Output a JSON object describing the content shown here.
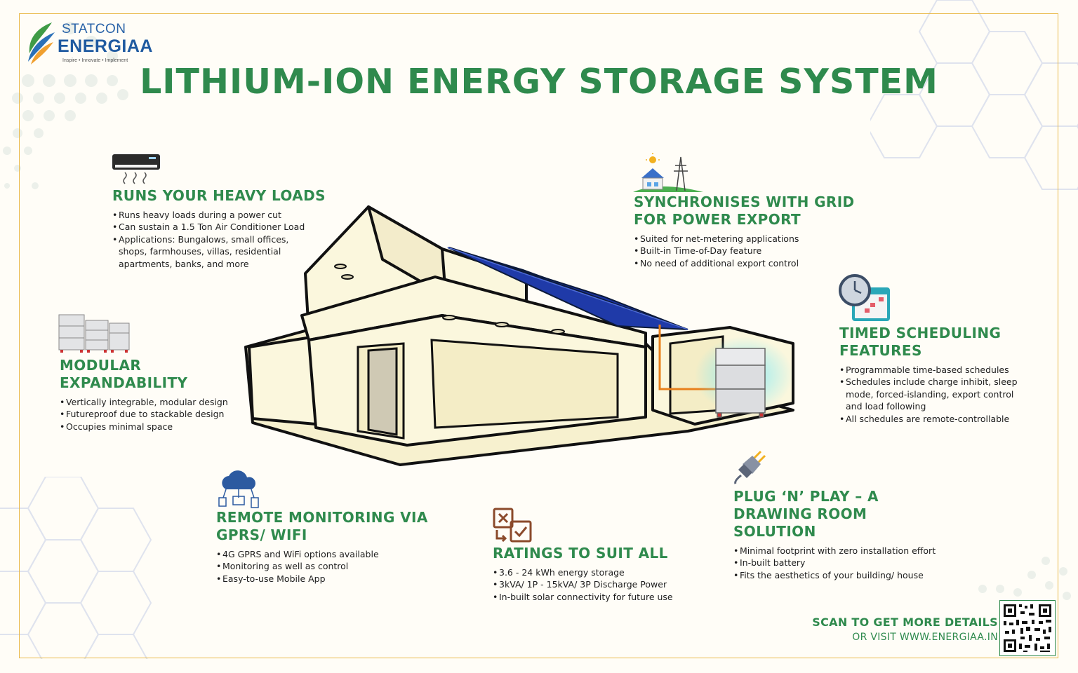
{
  "brand": {
    "name_top": "STATCON",
    "name_bottom": "ENERGIAA",
    "tagline": "Inspire • Innovate • Implement"
  },
  "title": "LITHIUM-ION ENERGY STORAGE SYSTEM",
  "colors": {
    "accent": "#2f8a4d",
    "frame": "#e9b949",
    "solar": "#1f3aa8",
    "wire": "#e8801c"
  },
  "sections": {
    "heavy_loads": {
      "icon": "air-conditioner-icon",
      "heading": "RUNS YOUR HEAVY LOADS",
      "bullets": [
        "Runs heavy loads during a power cut",
        "Can sustain a 1.5 Ton Air Conditioner Load",
        "Applications: Bungalows, small offices,",
        "shops, farmhouses, villas, residential",
        "apartments, banks, and more"
      ]
    },
    "modular": {
      "icon": "battery-stack-icon",
      "heading_1": "MODULAR",
      "heading_2": "EXPANDABILITY",
      "bullets": [
        "Vertically integrable, modular design",
        "Futureproof due to stackable design",
        "Occupies minimal space"
      ]
    },
    "remote": {
      "icon": "cloud-devices-icon",
      "heading_1": "REMOTE MONITORING VIA",
      "heading_2": "GPRS/ WIFI",
      "bullets": [
        "4G GPRS and WiFi options available",
        "Monitoring as well as control",
        "Easy-to-use Mobile App"
      ]
    },
    "ratings": {
      "icon": "checklist-icon",
      "heading": "RATINGS TO SUIT ALL",
      "bullets": [
        "3.6 - 24 kWh energy storage",
        "3kVA/ 1P - 15kVA/ 3P Discharge Power",
        "In-built solar connectivity for future use"
      ]
    },
    "grid": {
      "icon": "solar-home-grid-icon",
      "heading_1": "SYNCHRONISES WITH GRID",
      "heading_2": "FOR POWER EXPORT",
      "bullets": [
        "Suited for net-metering applications",
        "Built-in Time-of-Day feature",
        "No need of additional export control"
      ]
    },
    "timed": {
      "icon": "clock-calendar-icon",
      "heading_1": "TIMED SCHEDULING",
      "heading_2": "FEATURES",
      "bullets": [
        "Programmable time-based schedules",
        "Schedules include charge inhibit, sleep",
        "mode, forced-islanding, export control",
        "and load following",
        "All schedules are remote-controllable"
      ]
    },
    "plug": {
      "icon": "plug-icon",
      "heading_1": "PLUG ‘N’ PLAY – A",
      "heading_2": "DRAWING ROOM",
      "heading_3": "SOLUTION",
      "bullets": [
        "Minimal footprint with zero installation effort",
        "In-built battery",
        "Fits the aesthetics of your building/ house"
      ]
    }
  },
  "cta": {
    "scan": "SCAN TO GET MORE DETAILS",
    "visit": "OR VISIT WWW.ENERGIAA.IN",
    "qr_icon": "qr-code-icon"
  }
}
